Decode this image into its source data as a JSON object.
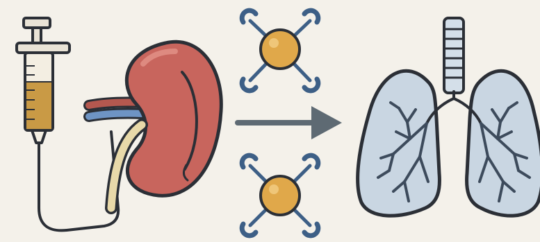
{
  "diagram": {
    "elements": [
      {
        "name": "syringe",
        "icon": "syringe-icon"
      },
      {
        "name": "kidney",
        "icon": "kidney-icon"
      },
      {
        "name": "nanoparticle-top",
        "icon": "nanoparticle-icon"
      },
      {
        "name": "nanoparticle-bottom",
        "icon": "nanoparticle-icon"
      },
      {
        "name": "arrow",
        "icon": "arrow-right-icon"
      },
      {
        "name": "lungs",
        "icon": "lungs-icon"
      }
    ],
    "colors": {
      "background": "#f4f1ea",
      "outline": "#2b2f36",
      "syringe_fluid": "#c99a45",
      "kidney": "#c8655d",
      "ureter": "#e8d9a9",
      "vessel_blue": "#6e94c4",
      "vessel_red": "#b4584f",
      "particle": "#e0a84a",
      "ligand": "#3d5f86",
      "arrow": "#5e6a73",
      "lung": "#c9d6e2",
      "bronchi": "#3d4b5c"
    }
  }
}
